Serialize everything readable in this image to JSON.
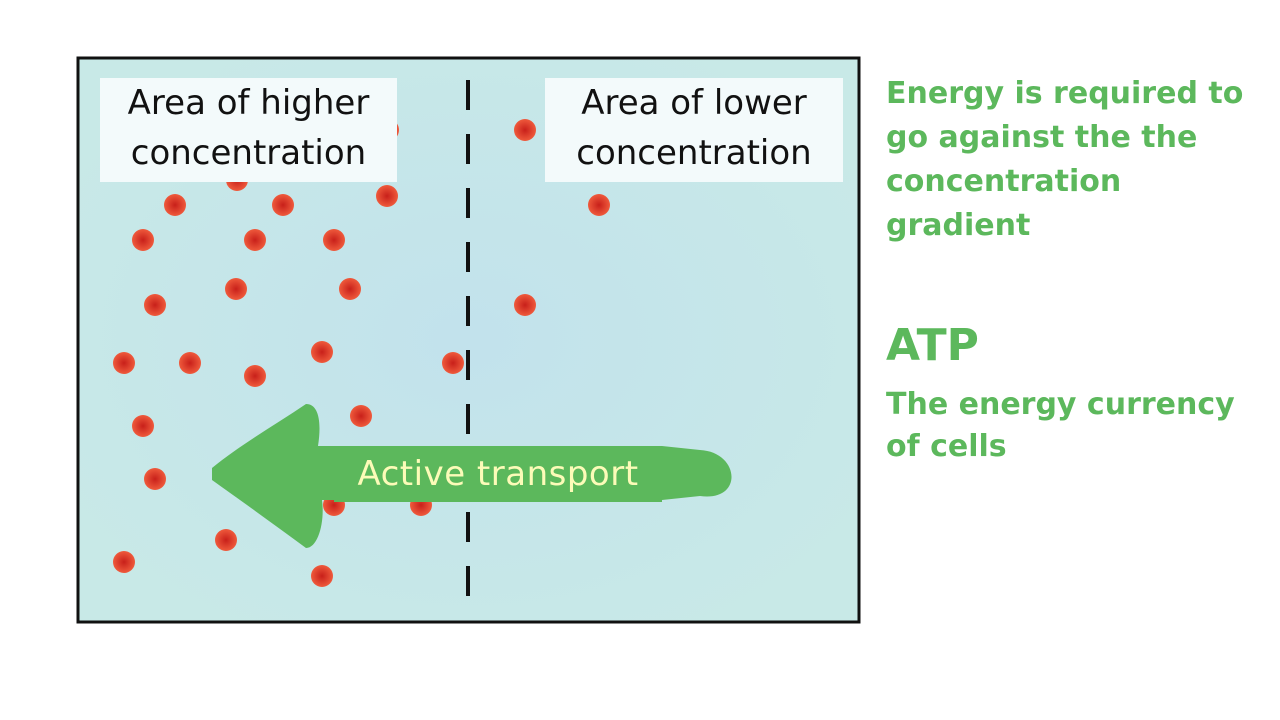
{
  "diagram": {
    "label_high": "Area of higher concentration",
    "label_low": "Area of lower concentration",
    "arrow_label": "Active transport"
  },
  "sidebar": {
    "energy_note": "Energy is required to go against the the concentration gradient",
    "atp_title": "ATP",
    "atp_description": "The energy currency of cells"
  },
  "colors": {
    "accent_green": "#5cb85c",
    "arrow_text": "#fcfbb8",
    "particle_red": "#d9392b",
    "box_fill": "#c9e8e9"
  }
}
